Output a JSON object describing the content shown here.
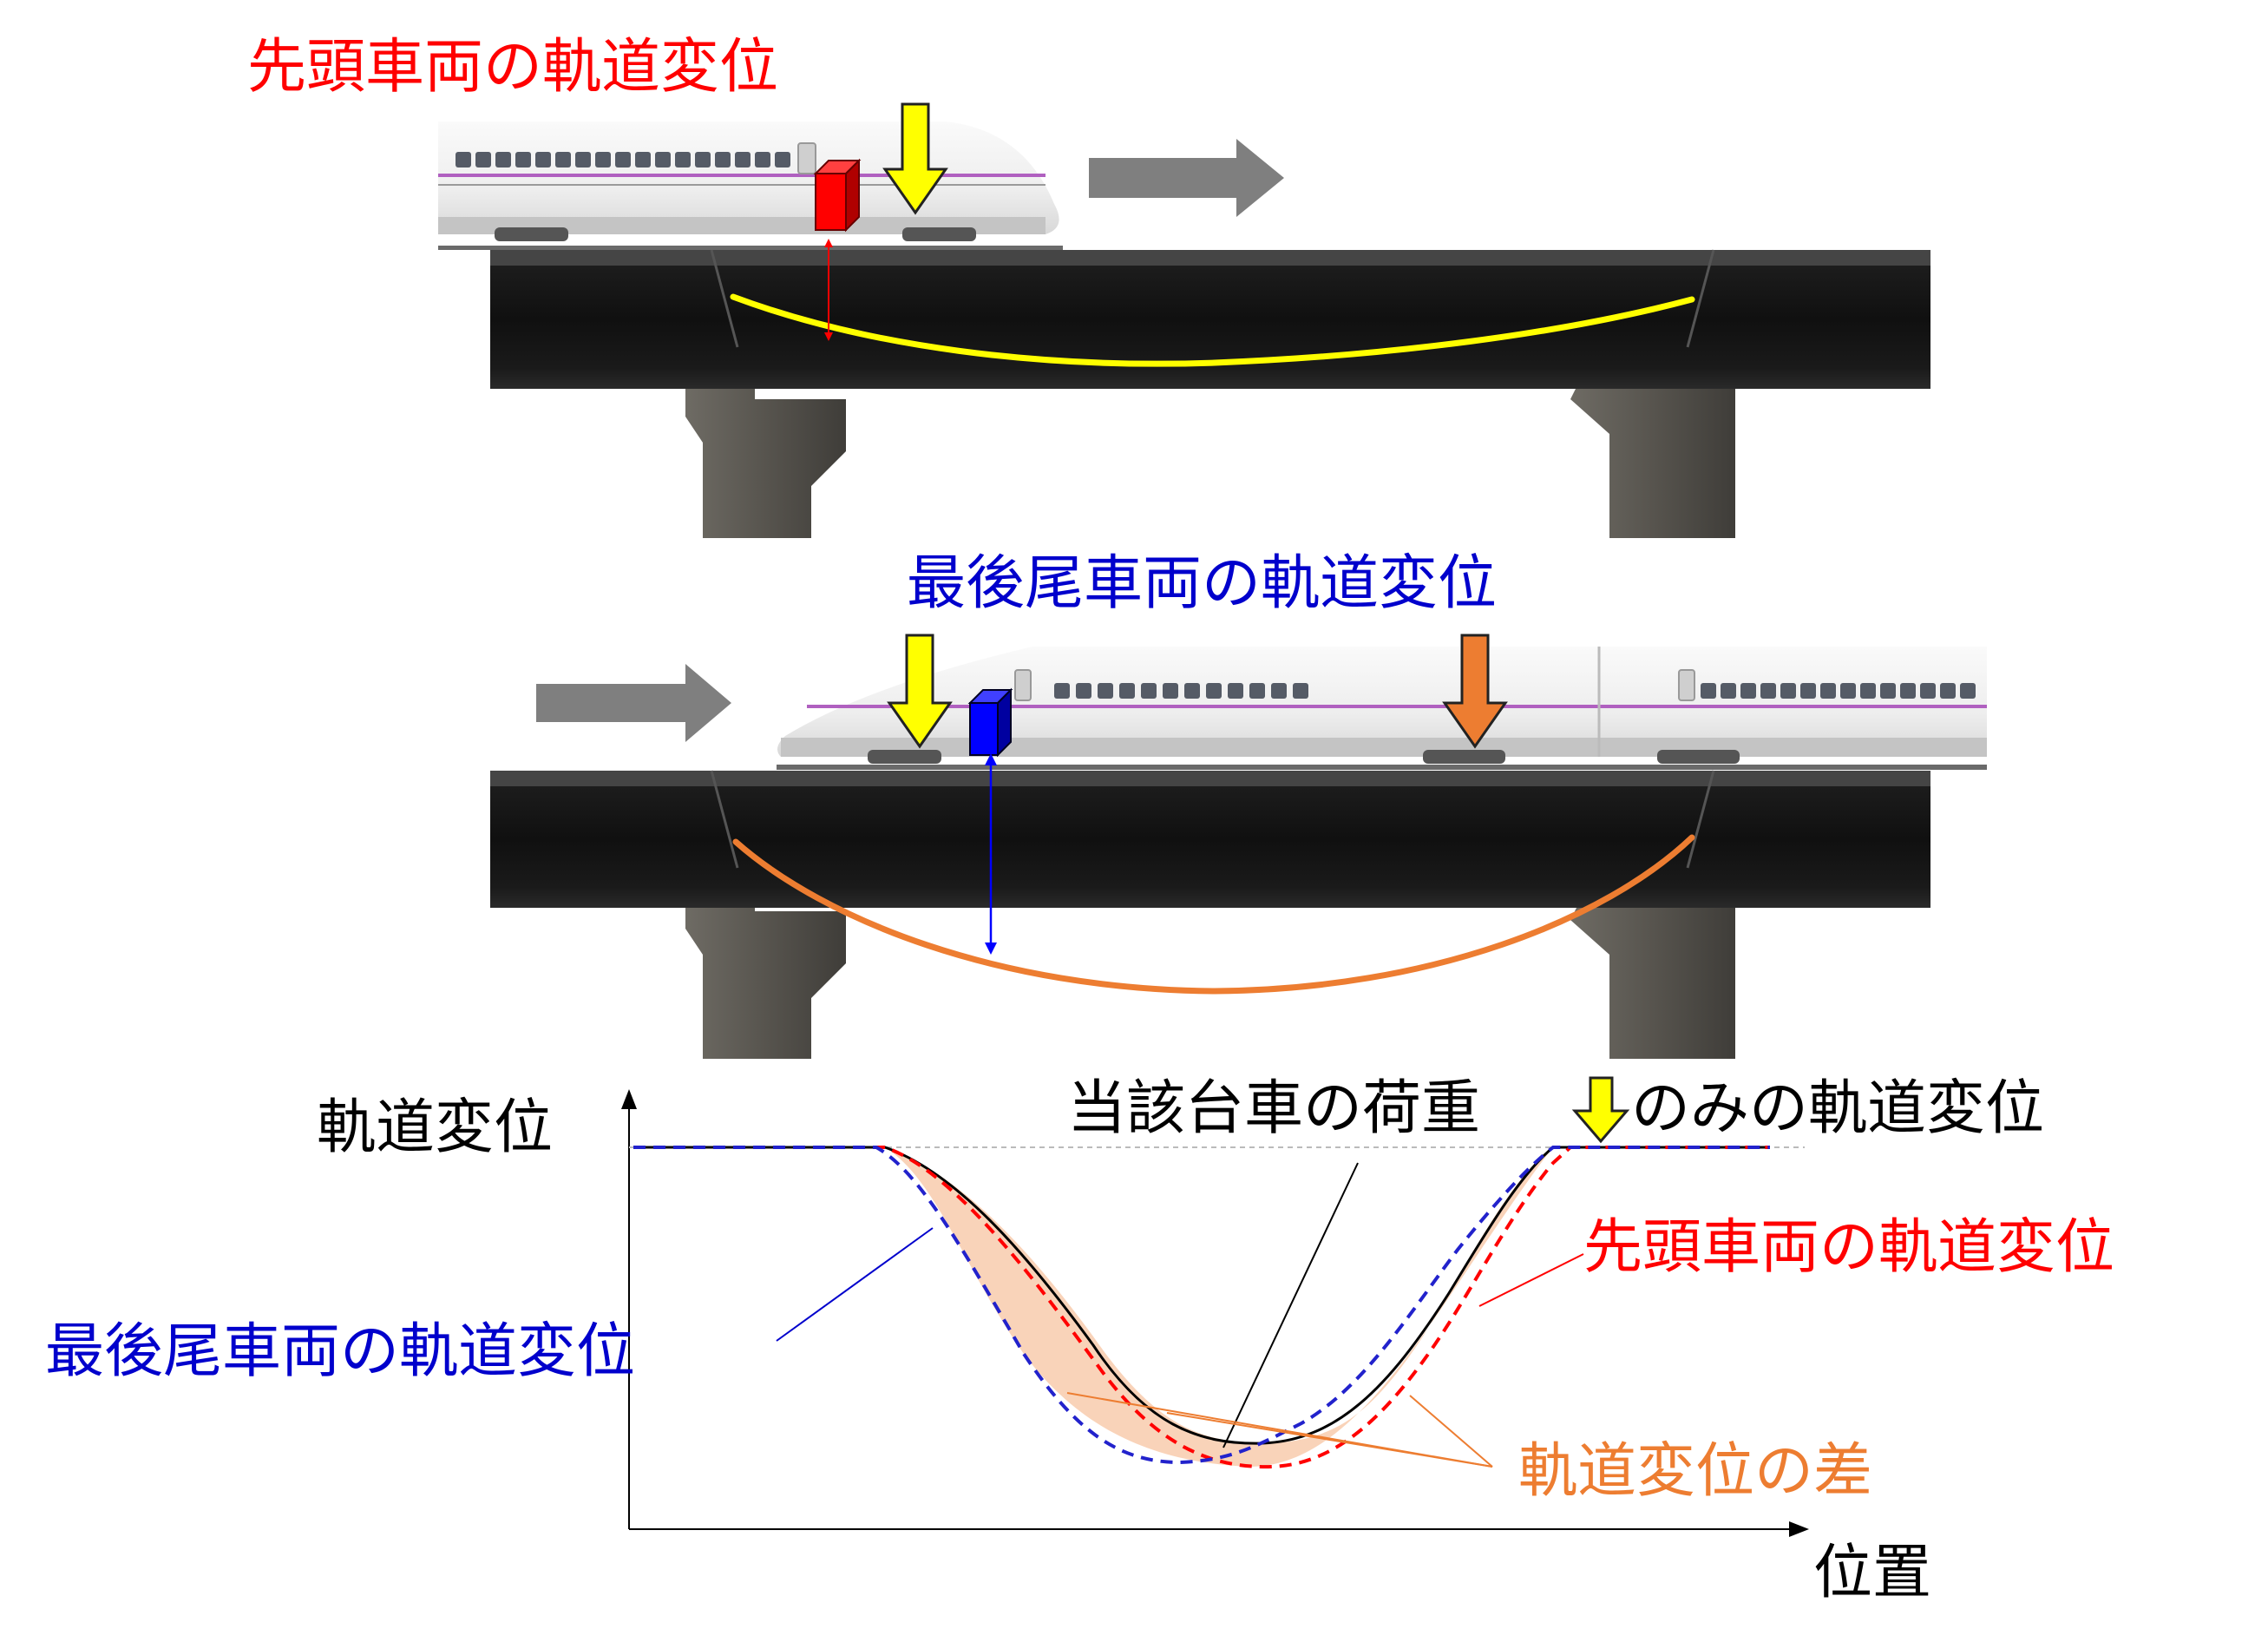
{
  "panel_top": {
    "label": "先頭車両の軌道変位",
    "label_color": "#ff0000",
    "curve_color": "#ffff00",
    "marker_color": "#ff0000"
  },
  "panel_bottom": {
    "label": "最後尾車両の軌道変位",
    "label_color": "#0000cc",
    "curve_color": "#ed7d31",
    "marker_color": "#0000ff"
  },
  "graph": {
    "y_axis_label": "軌道変位",
    "x_axis_label": "位置",
    "annotation_bogie_prefix": "当該台車の荷重",
    "annotation_bogie_suffix": "のみの軌道変位",
    "annotation_lead": "先頭車両の軌道変位",
    "annotation_tail": "最後尾車両の軌道変位",
    "annotation_diff": "軌道変位の差",
    "colors": {
      "lead": "#ff0000",
      "tail": "#0000cc",
      "bogie_only": "#000000",
      "difference_fill": "#f8cbad",
      "difference_text": "#ed7d31"
    }
  },
  "icons": {
    "load_arrow": "yellow-down-arrow",
    "load_arrow_orange": "orange-down-arrow",
    "direction_arrow": "gray-right-arrow"
  }
}
